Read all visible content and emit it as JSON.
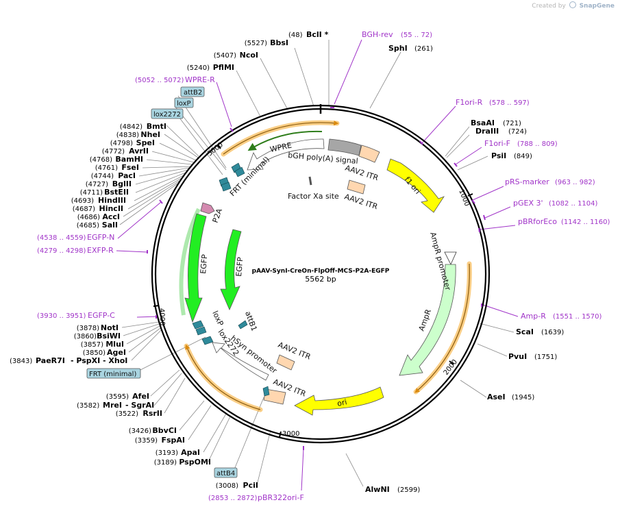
{
  "credit": {
    "prefix": "Created by",
    "brand": "SnapGene"
  },
  "plasmid": {
    "name": "pAAV-SynI-CreOn-FlpOff-MCS-P2A-EGFP",
    "size_label": "5562 bp",
    "length": 5562
  },
  "ticks": [
    "1000",
    "2000",
    "3000",
    "4000",
    "5000"
  ],
  "sites_right": [
    {
      "name": "BclI *",
      "pos": "(48)"
    },
    {
      "name": "SphI",
      "pos": "(261)"
    },
    {
      "name": "BsaAI",
      "pos": "(721)"
    },
    {
      "name": "DraIII",
      "pos": "(724)"
    },
    {
      "name": "PsiI",
      "pos": "(849)"
    },
    {
      "name": "ScaI",
      "pos": "(1639)"
    },
    {
      "name": "PvuI",
      "pos": "(1751)"
    },
    {
      "name": "AseI",
      "pos": "(1945)"
    },
    {
      "name": "AlwNI",
      "pos": "(2599)"
    }
  ],
  "sites_left": [
    {
      "name": "BbsI",
      "pos": "(5527)"
    },
    {
      "name": "NcoI",
      "pos": "(5407)"
    },
    {
      "name": "PflMI",
      "pos": "(5240)"
    },
    {
      "name": "BmtI",
      "pos": "(4842)"
    },
    {
      "name": "NheI",
      "pos": "(4838)"
    },
    {
      "name": "SpeI",
      "pos": "(4798)"
    },
    {
      "name": "AvrII",
      "pos": "(4772)"
    },
    {
      "name": "BamHI",
      "pos": "(4768)"
    },
    {
      "name": "FseI",
      "pos": "(4761)"
    },
    {
      "name": "PacI",
      "pos": "(4744)"
    },
    {
      "name": "BglII",
      "pos": "(4727)"
    },
    {
      "name": "BstEII",
      "pos": "(4711)"
    },
    {
      "name": "HindIII",
      "pos": "(4693)"
    },
    {
      "name": "HincII",
      "pos": "(4687)"
    },
    {
      "name": "AccI",
      "pos": "(4686)"
    },
    {
      "name": "SalI",
      "pos": "(4685)"
    },
    {
      "name": "NotI",
      "pos": "(3878)"
    },
    {
      "name": "BsiWI",
      "pos": "(3860)"
    },
    {
      "name": "MluI",
      "pos": "(3857)"
    },
    {
      "name": "AgeI",
      "pos": "(3850)"
    },
    {
      "name": "AfeI",
      "pos": "(3595)"
    },
    {
      "name": "RsrII",
      "pos": "(3522)"
    },
    {
      "name": "BbvCI",
      "pos": "(3426)"
    },
    {
      "name": "FspAI",
      "pos": "(3359)"
    },
    {
      "name": "ApaI",
      "pos": "(3193)"
    },
    {
      "name": "PspOMI",
      "pos": "(3189)"
    },
    {
      "name": "PciI",
      "pos": "(3008)"
    }
  ],
  "site_group_paer7i": {
    "pos": "(3843)",
    "a": "PaeR7I",
    "b": "- PspXI",
    "c": "- XhoI"
  },
  "site_group_mrei": {
    "pos": "(3582)",
    "a": "MreI",
    "b": "- SgrAI"
  },
  "primers": [
    {
      "name": "BGH-rev",
      "range": "(55 .. 72)"
    },
    {
      "name": "F1ori-R",
      "range": "(578 .. 597)"
    },
    {
      "name": "F1ori-F",
      "range": "(788 .. 809)"
    },
    {
      "name": "pRS-marker",
      "range": "(963 .. 982)"
    },
    {
      "name": "pGEX 3'",
      "range": "(1082 .. 1104)"
    },
    {
      "name": "pBRforEco",
      "range": "(1142 .. 1160)"
    },
    {
      "name": "Amp-R",
      "range": "(1551 .. 1570)"
    },
    {
      "name": "pBR322ori-F",
      "range": "(2853 .. 2872)"
    },
    {
      "name": "WPRE-R",
      "range": "(5052 .. 5072)"
    },
    {
      "name": "EGFP-N",
      "range": "(4538 .. 4559)"
    },
    {
      "name": "EXFP-R",
      "range": "(4279 .. 4298)"
    },
    {
      "name": "EGFP-C",
      "range": "(3930 .. 3951)"
    }
  ],
  "boxed_features": [
    "attB2",
    "loxP",
    "lox2272",
    "FRT (minimal)",
    "attB4"
  ],
  "features": {
    "f1_ori": "f1 ori",
    "ampr_promoter": "AmpR promoter",
    "ampr": "AmpR",
    "ori": "ori",
    "aav2_itr": "AAV2 ITR",
    "bgh": "bGH poly(A) signal",
    "wpre": "WPRE",
    "frt_minimal": "FRT (minimal)",
    "factor_xa": "Factor Xa site",
    "p2a": "P2A",
    "egfp": "EGFP",
    "attb1": "attB1",
    "loxp": "loxP",
    "lox2272": "lox2272",
    "hsyn": "hSyn promoter"
  },
  "colors": {
    "backbone": "#000000",
    "f1_ori": "#ffff00",
    "ampr": "#ccffcc",
    "egfp": "#33ee33",
    "itr": "#ffd7b0",
    "bgh": "#a6a6a6",
    "orange_track": "#f5a623",
    "primer": "#a033c8",
    "teal": "#2f8a9a",
    "box_fill": "#a9d4e0"
  }
}
